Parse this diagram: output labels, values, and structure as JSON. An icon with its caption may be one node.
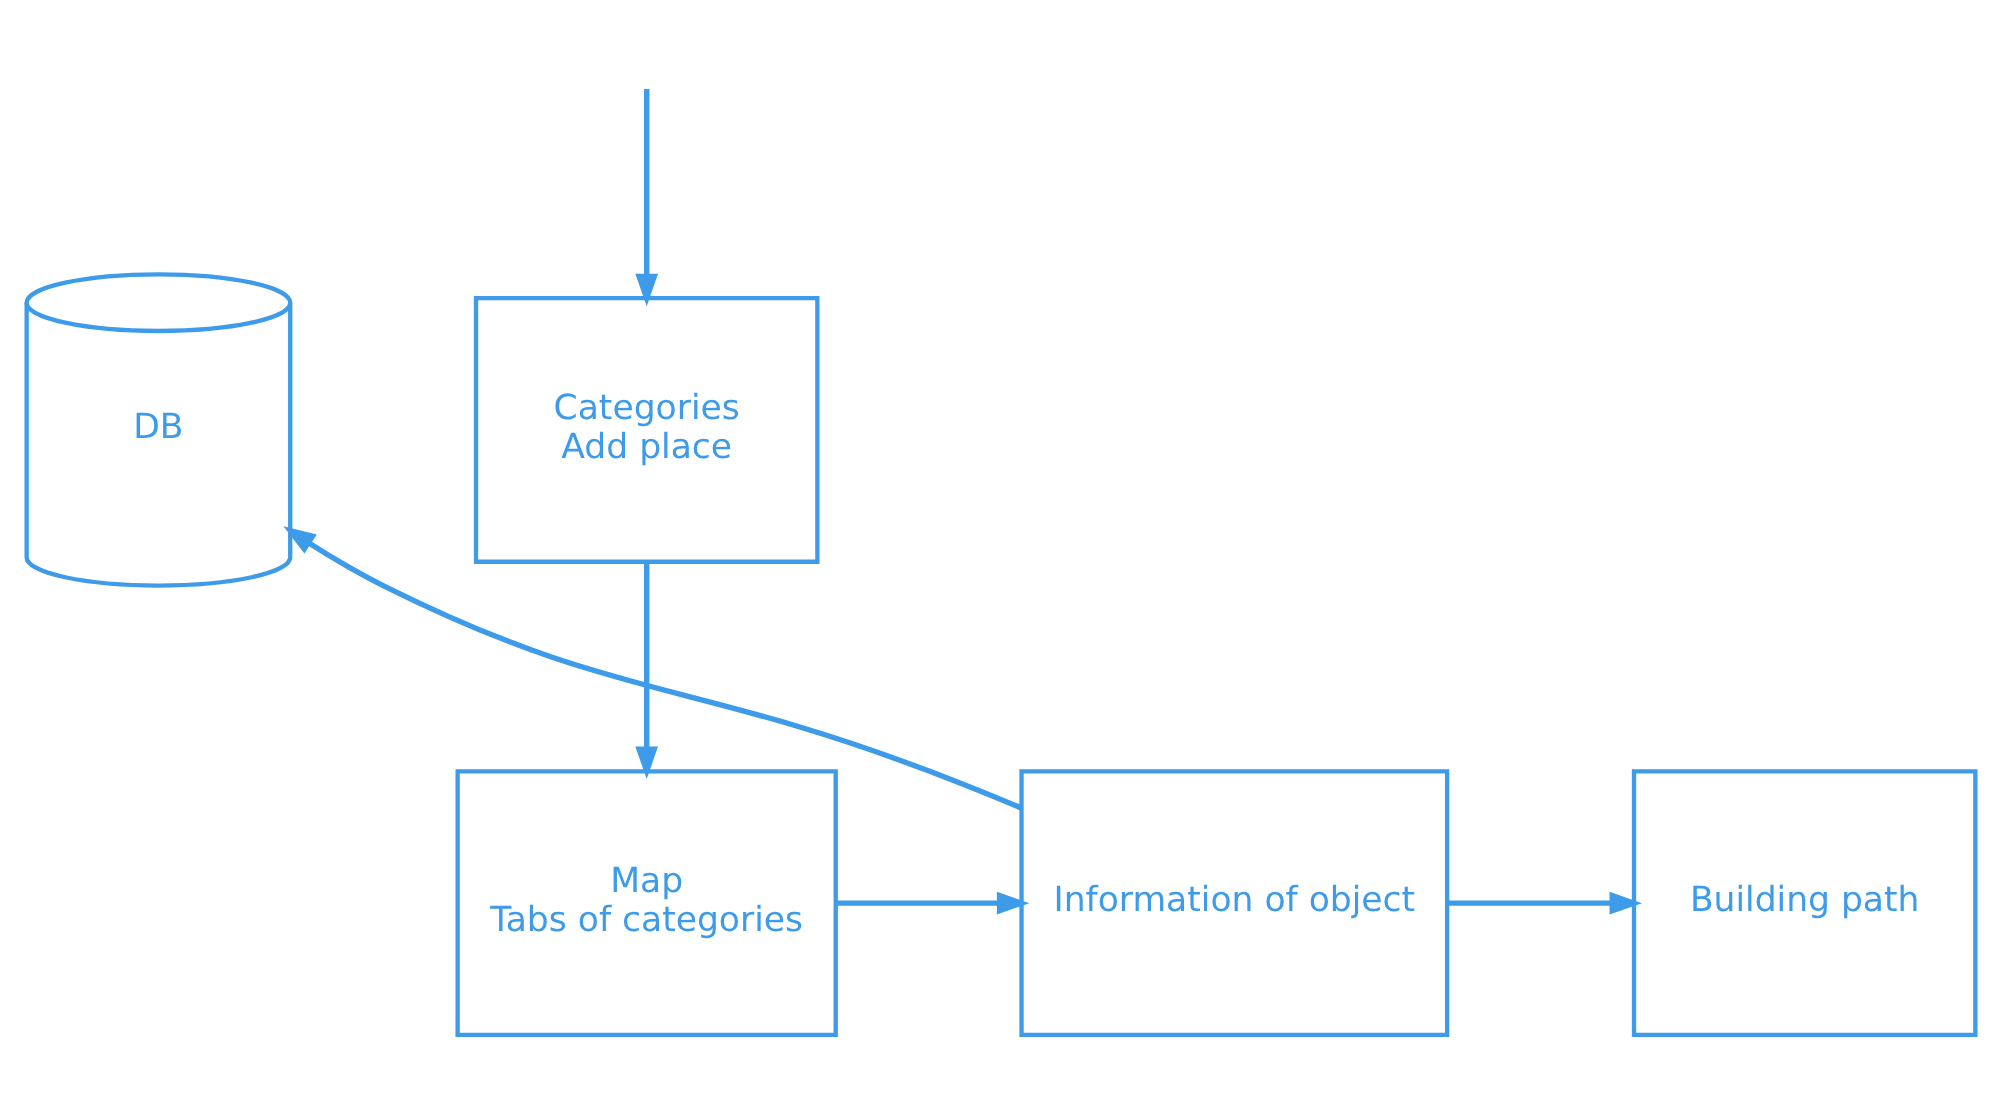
{
  "diagram": {
    "nodes": [
      {
        "text": [
          "Categories",
          "Add place"
        ]
      },
      {
        "text": [
          "DB"
        ]
      },
      {
        "text": [
          "Map",
          "Tabs of categories"
        ]
      },
      {
        "text": [
          "Information of object"
        ]
      },
      {
        "text": [
          "Building path"
        ]
      }
    ],
    "edges": [
      {
        "from": null,
        "to": 0,
        "arrow": "to"
      },
      {
        "from": 0,
        "to": 2,
        "arrow": "to"
      },
      {
        "from": 2,
        "to": 3,
        "arrow": "to"
      },
      {
        "from": 3,
        "to": 1,
        "arrow": "to"
      },
      {
        "from": 3,
        "to": 4,
        "arrow": "to"
      }
    ]
  }
}
